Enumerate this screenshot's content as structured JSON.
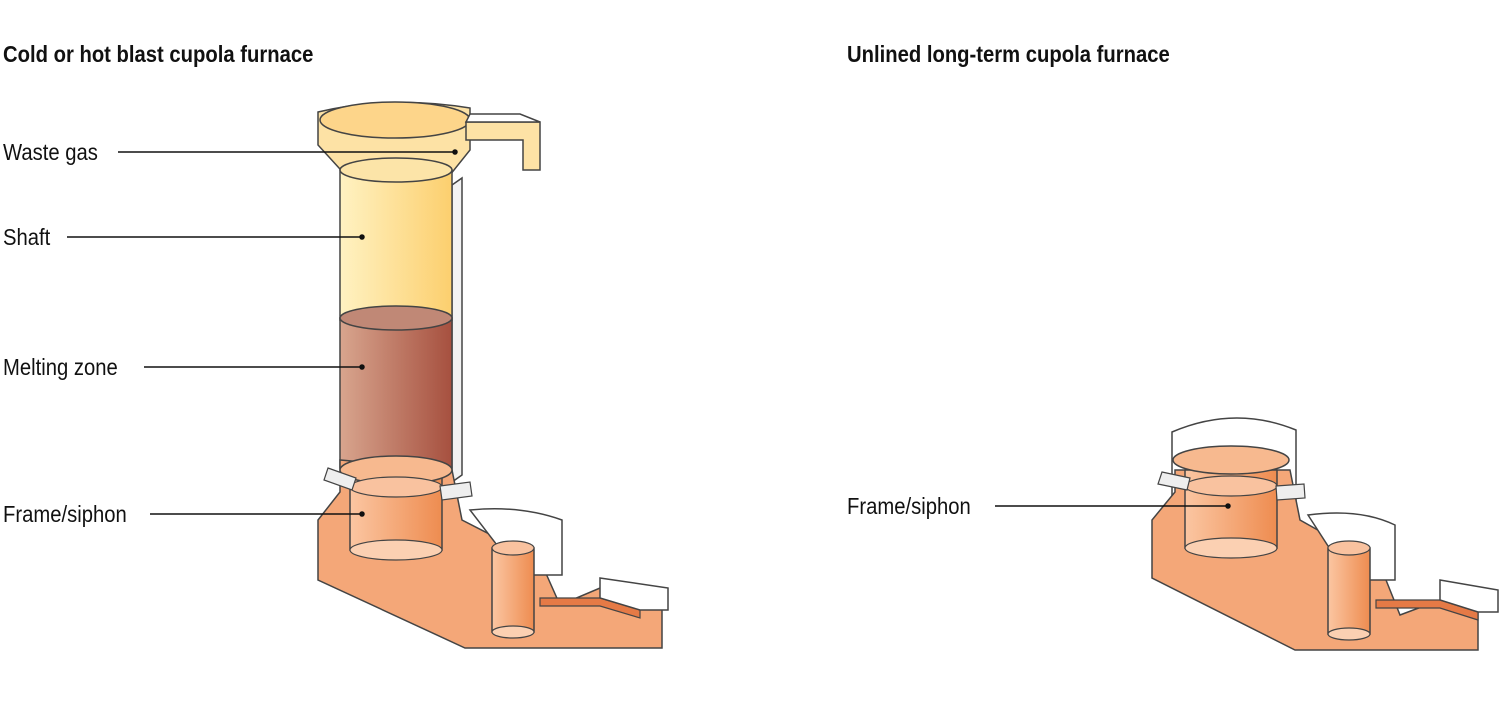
{
  "left_diagram": {
    "title": "Cold or hot blast cupola furnace",
    "labels": [
      "Waste gas",
      "Shaft",
      "Melting zone",
      "Frame/siphon"
    ]
  },
  "right_diagram": {
    "title": "Unlined long-term cupola furnace",
    "labels": [
      "Frame/siphon"
    ]
  },
  "colors": {
    "shaft_yellow": "#fdd98a",
    "melting_brown": "#b8705e",
    "hearth_orange": "#f4a778",
    "outline": "#444444"
  }
}
